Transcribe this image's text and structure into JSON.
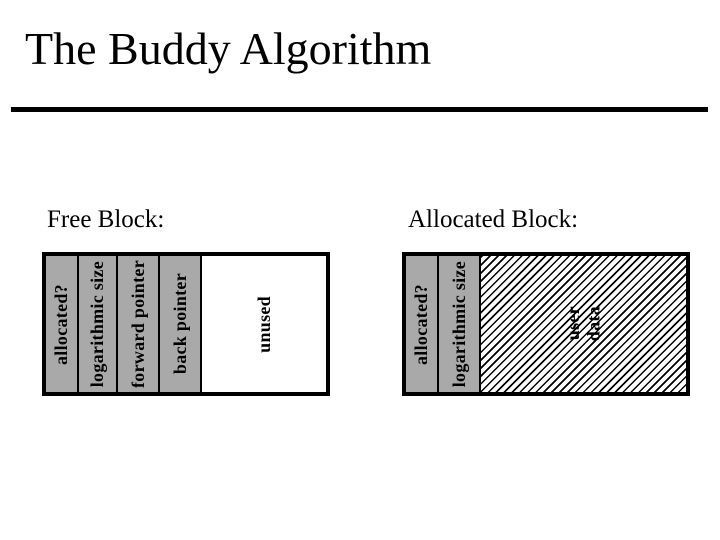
{
  "slide": {
    "title": "The Buddy Algorithm"
  },
  "free_block": {
    "label": "Free Block:",
    "header_fields": [
      "allocated?",
      "logarithmic size",
      "forward pointer",
      "back pointer"
    ],
    "free_area_label": "unused"
  },
  "allocated_block": {
    "label": "Allocated Block:",
    "header_fields": [
      "allocated?",
      "logarithmic size"
    ],
    "data_area_label": "user\ndata"
  },
  "colors": {
    "background": "#ffffff",
    "header_fill": "#a9a9a9",
    "outline": "#000000",
    "hatch_line": "#000000"
  }
}
